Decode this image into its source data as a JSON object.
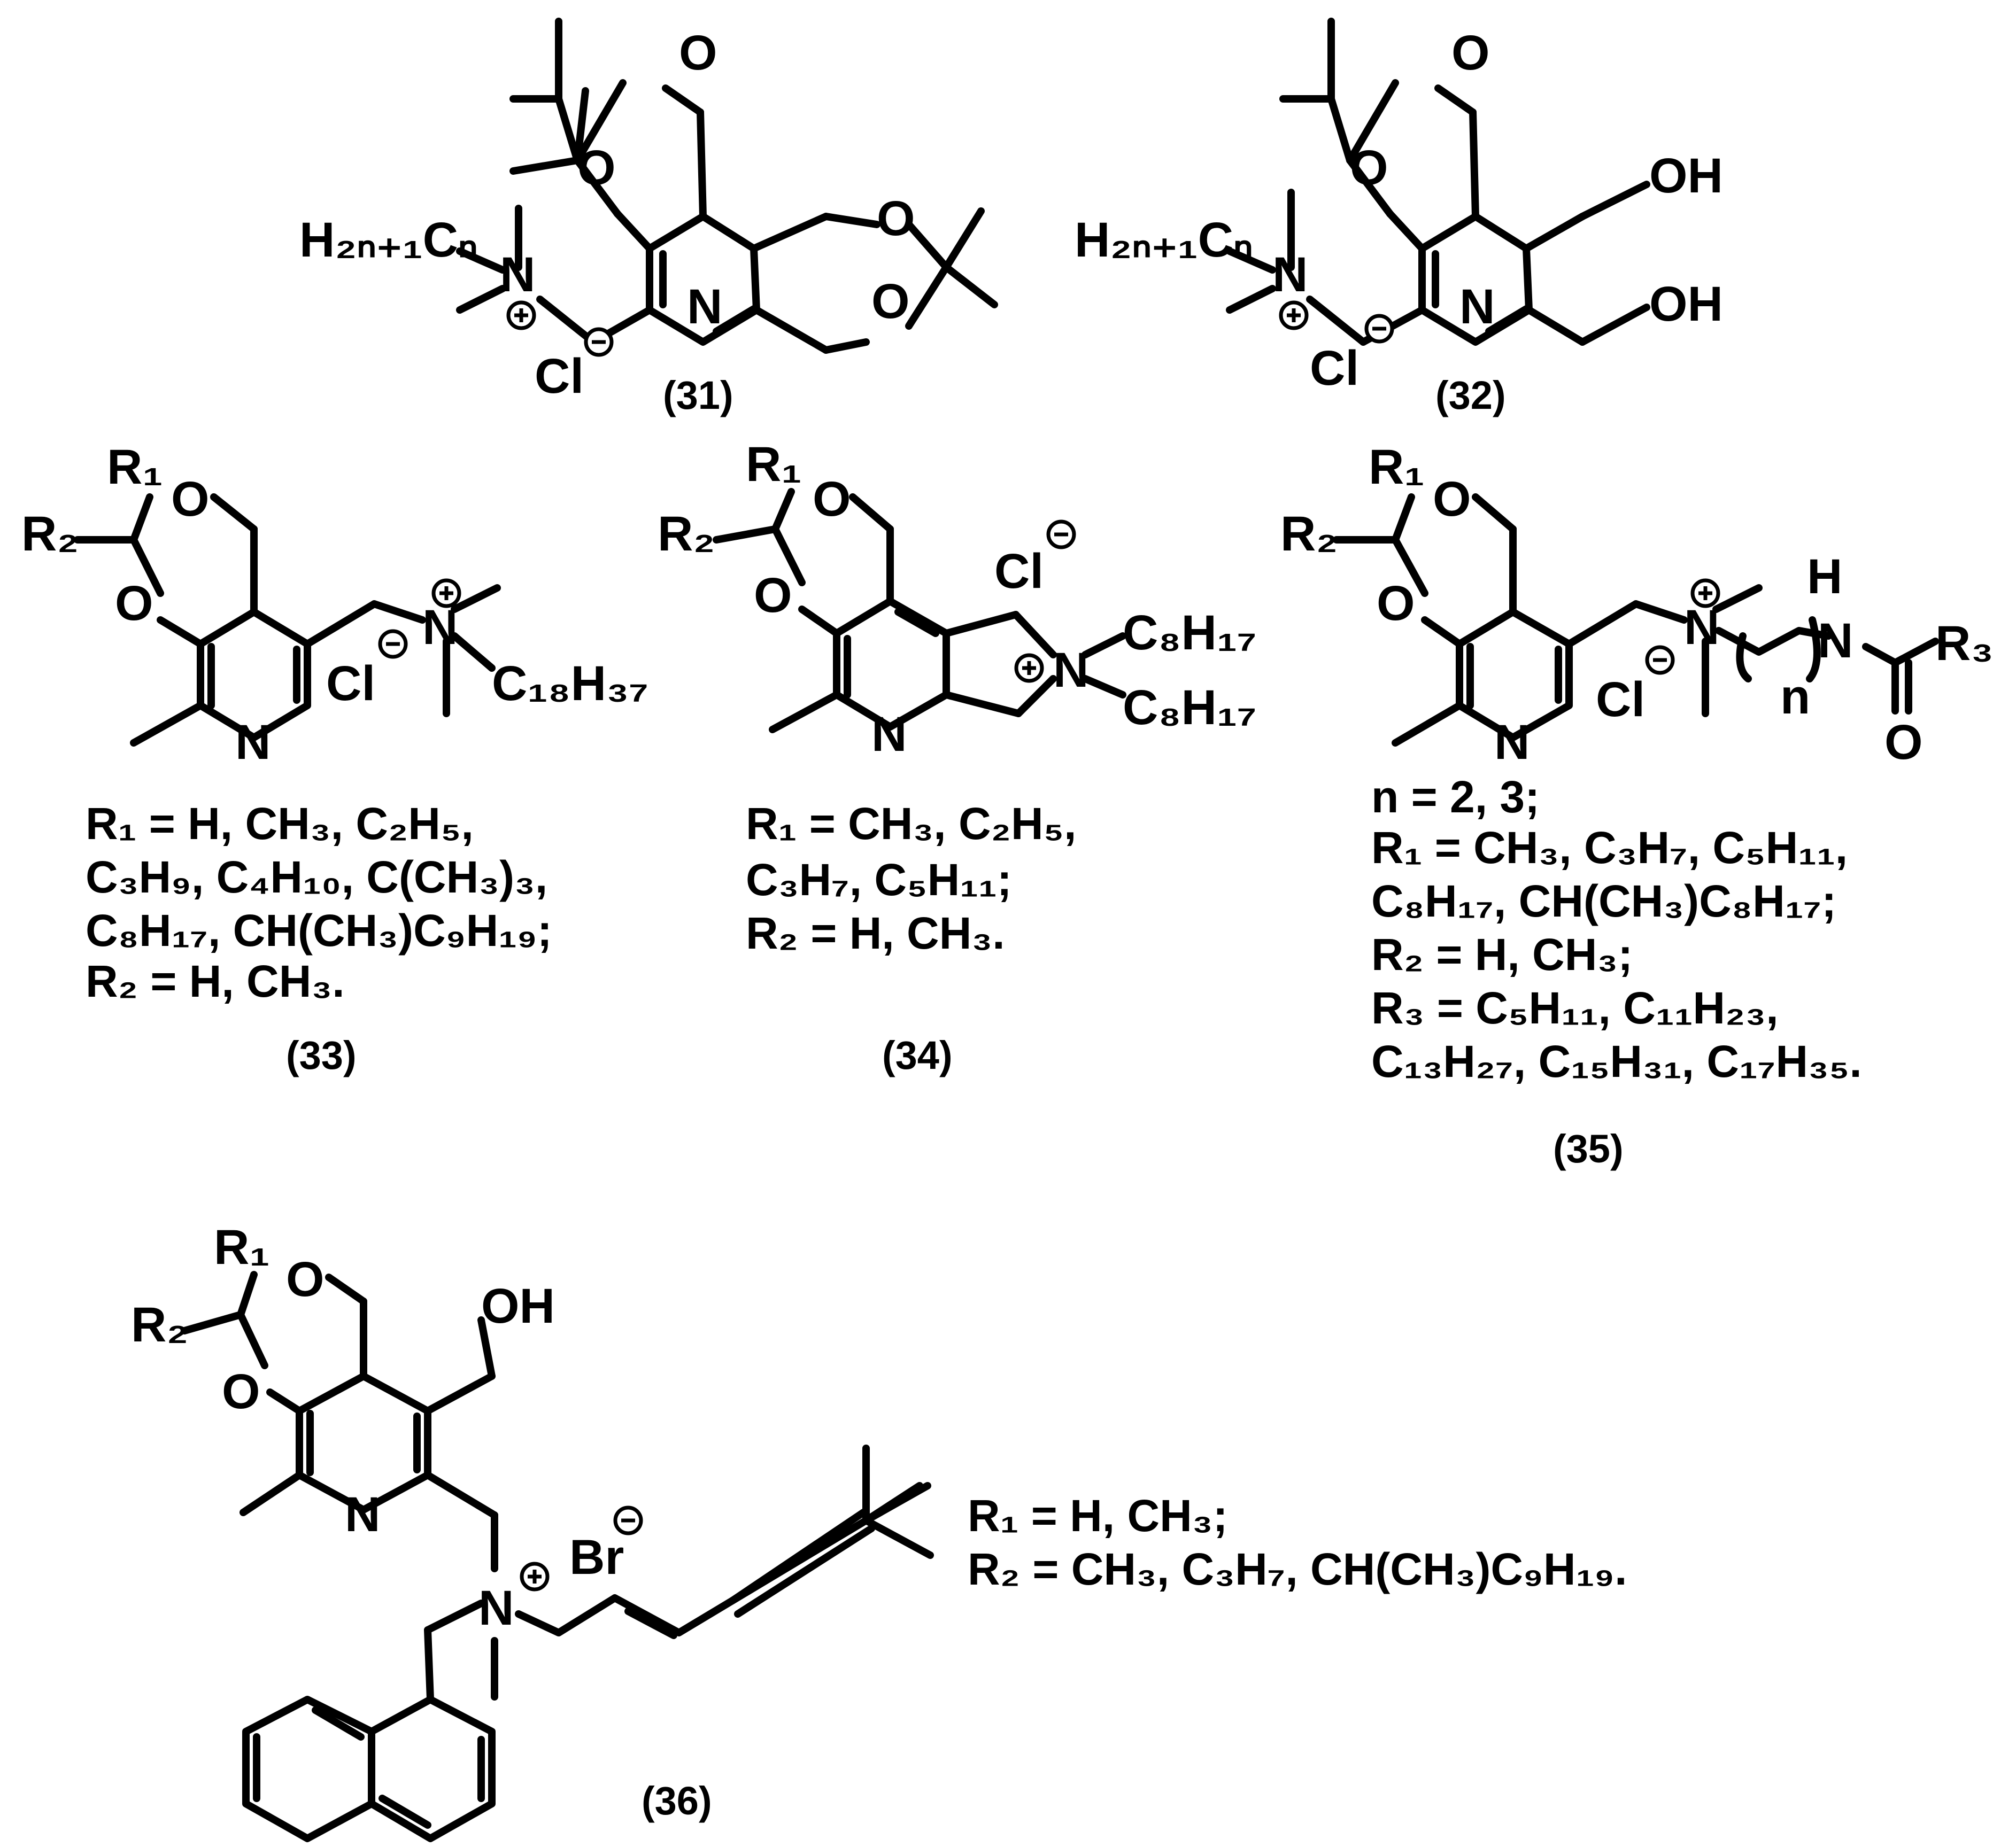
{
  "compounds": [
    {
      "id": "31",
      "label": "(31)",
      "lines": []
    },
    {
      "id": "32",
      "label": "(32)",
      "lines": []
    },
    {
      "id": "33",
      "label": "(33)",
      "lines": [
        "R₁ = H, CH₃, C₂H₅,",
        "C₃H₉, C₄H₁₀, C(CH₃)₃,",
        "C₈H₁₇, CH(CH₃)C₉H₁₉;",
        "R₂ = H, CH₃."
      ]
    },
    {
      "id": "34",
      "label": "(34)",
      "lines": [
        "R₁ = CH₃, C₂H₅,",
        "C₃H₇, C₅H₁₁;",
        "R₂ = H, CH₃."
      ]
    },
    {
      "id": "35",
      "label": "(35)",
      "lines": [
        "n = 2, 3;",
        "R₁ = CH₃, C₃H₇, C₅H₁₁,",
        "C₈H₁₇, CH(CH₃)C₈H₁₇;",
        "R₂ = H, CH₃;",
        "R₃ = C₅H₁₁, C₁₁H₂₃,",
        "C₁₃H₂₇, C₁₅H₃₁, C₁₇H₃₅."
      ]
    },
    {
      "id": "36",
      "label": "(36)",
      "lines": [
        "R₁ = H, CH₃;",
        "R₂ = CH₃, C₃H₇, CH(CH₃)C₉H₁₉."
      ]
    }
  ],
  "atom_labels": {
    "O": "O",
    "N": "N",
    "OH": "OH",
    "Cl": "Cl",
    "Br": "Br",
    "H": "H",
    "R1": "R₁",
    "R2": "R₂",
    "R3": "R₃",
    "CnH2n+1": "H₂ₙ₊₁Cₙ",
    "C18H37": "C₁₈H₃₇",
    "C8H17": "C₈H₁₇",
    "n": "n"
  }
}
